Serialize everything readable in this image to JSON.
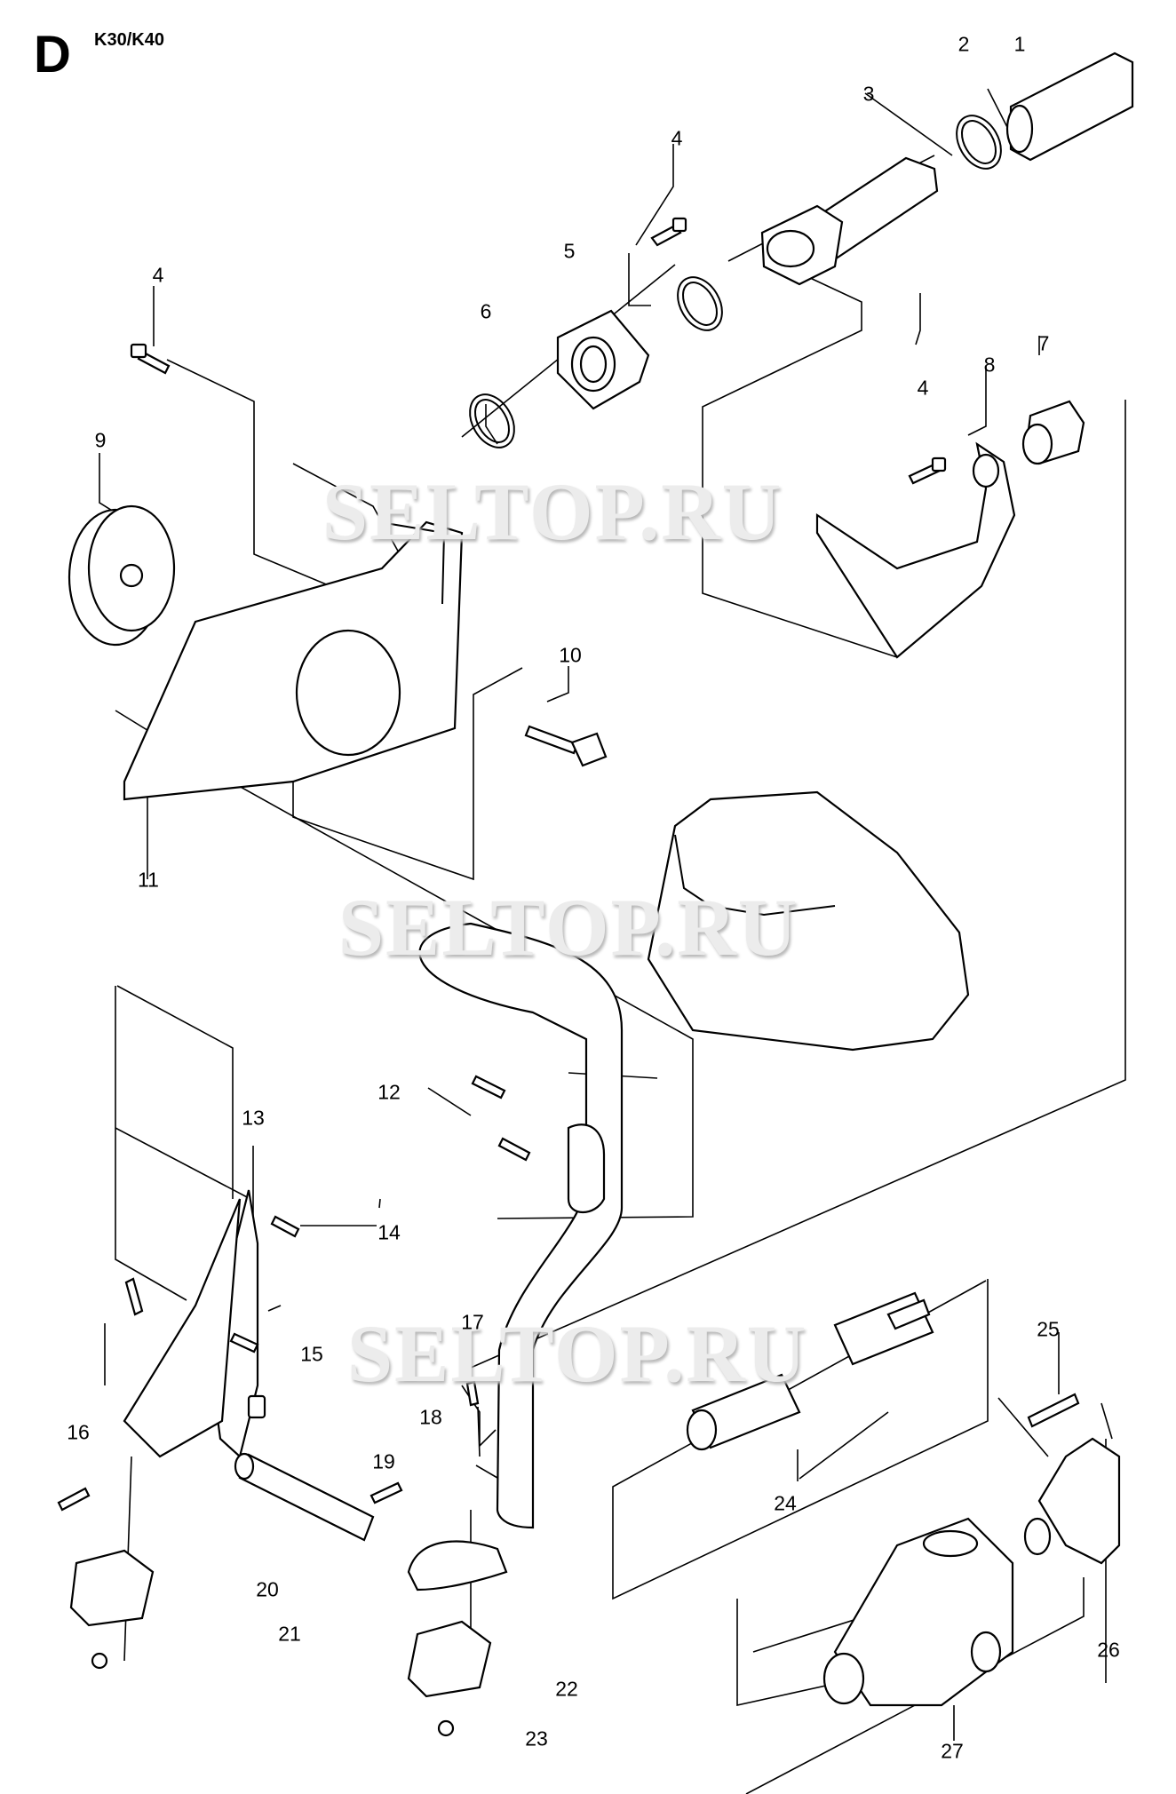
{
  "header": {
    "section_letter": "D",
    "model": "K30/K40"
  },
  "watermarks": [
    "SELTOP.RU",
    "SELTOP.RU",
    "SELTOP.RU"
  ],
  "callouts": [
    "1",
    "2",
    "3",
    "4",
    "5",
    "6",
    "4",
    "9",
    "4",
    "8",
    "7",
    "10",
    "11",
    "12",
    "13",
    "14",
    "17",
    "15",
    "16",
    "18",
    "19",
    "20",
    "21",
    "22",
    "23",
    "24",
    "25",
    "26",
    "27"
  ]
}
